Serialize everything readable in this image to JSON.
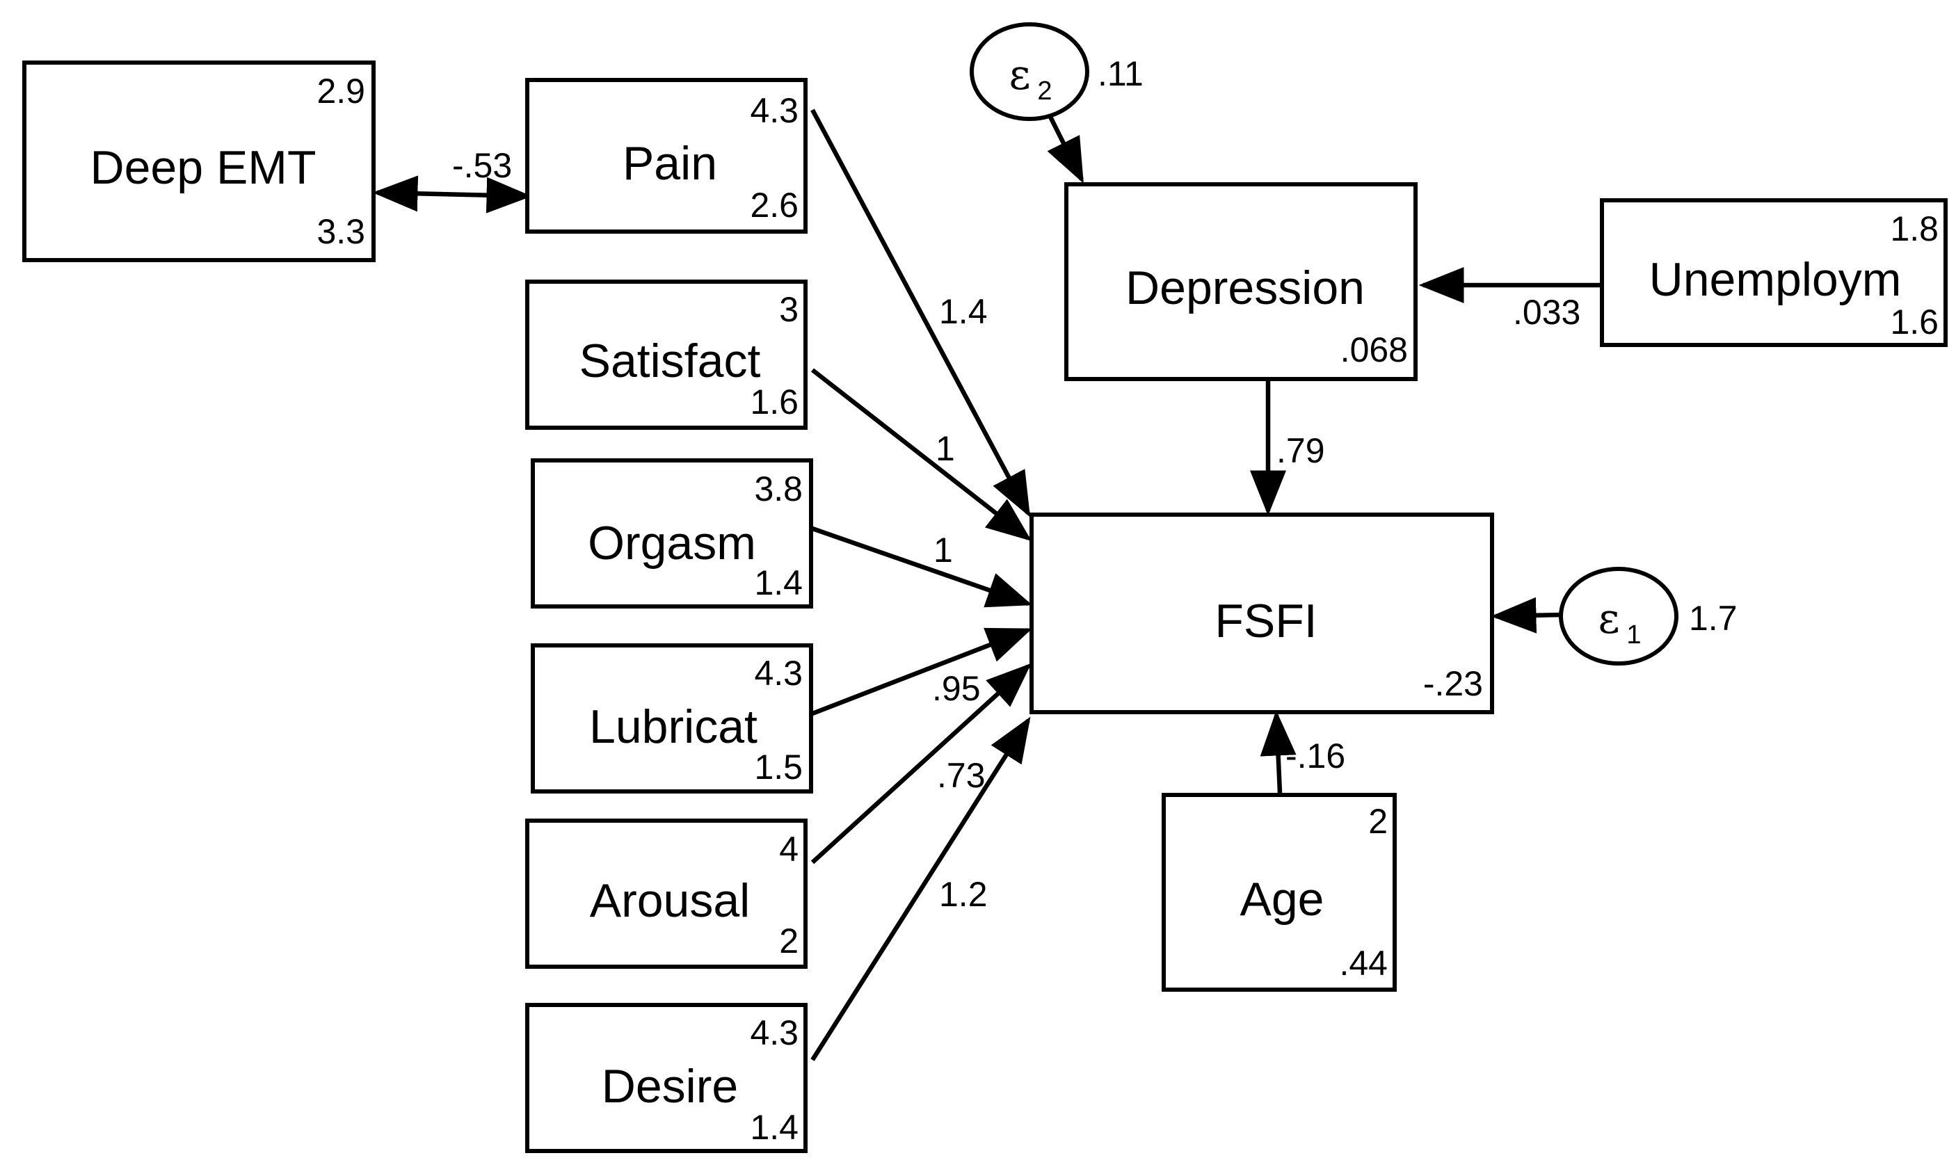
{
  "nodes": {
    "deep_emt": {
      "name": "Deep EMT",
      "top": "2.9",
      "bottom": "3.3"
    },
    "pain": {
      "name": "Pain",
      "top": "4.3",
      "bottom": "2.6"
    },
    "satisfaction": {
      "name": "Satisfact",
      "top": "3",
      "bottom": "1.6"
    },
    "orgasm": {
      "name": "Orgasm",
      "top": "3.8",
      "bottom": "1.4"
    },
    "lubrication": {
      "name": "Lubricat",
      "top": "4.3",
      "bottom": "1.5"
    },
    "arousal": {
      "name": "Arousal",
      "top": "4",
      "bottom": "2"
    },
    "desire": {
      "name": "Desire",
      "top": "4.3",
      "bottom": "1.4"
    },
    "depression": {
      "name": "Depression",
      "bottom": ".068"
    },
    "unemployment": {
      "name": "Unemploym",
      "top": "1.8",
      "bottom": "1.6"
    },
    "fsfi": {
      "name": "FSFI",
      "bottom": "-.23"
    },
    "age": {
      "name": "Age",
      "top": "2",
      "bottom": ".44"
    }
  },
  "errors": {
    "e1": {
      "symbol": "ε",
      "sub": "1",
      "variance": "1.7"
    },
    "e2": {
      "symbol": "ε",
      "sub": "2",
      "variance": ".11"
    }
  },
  "paths": {
    "deep_emt_pain": "-.53",
    "pain_fsfi": "1.4",
    "satisfaction_fsfi": "1",
    "orgasm_fsfi": "1",
    "lubrication_fsfi": ".95",
    "arousal_fsfi": ".73",
    "desire_fsfi": "1.2",
    "unemployment_depression": ".033",
    "depression_fsfi": ".79",
    "age_fsfi": "-.16"
  },
  "colors": {
    "stroke": "#000000",
    "background": "#ffffff"
  }
}
